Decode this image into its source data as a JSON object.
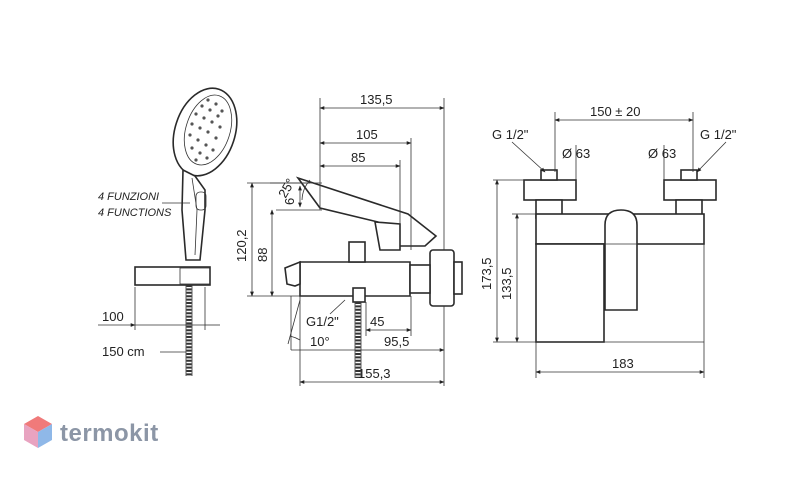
{
  "handshower": {
    "label_it": "4 FUNZIONI",
    "label_en": "4 FUNCTIONS",
    "dim_100": "100",
    "dim_150cm": "150 cm"
  },
  "side_view": {
    "dim_135_5": "135,5",
    "dim_105": "105",
    "dim_85": "85",
    "dim_25deg": "25°",
    "dim_6": "6",
    "dim_120_2": "120,2",
    "dim_88": "88",
    "dim_g12": "G1/2\"",
    "dim_45": "45",
    "dim_10deg": "10°",
    "dim_95_5": "95,5",
    "dim_155_3": "155,3"
  },
  "front_view": {
    "dim_150_20": "150 ± 20",
    "g_left": "G 1/2\"",
    "g_right": "G 1/2\"",
    "d63_left": "Ø 63",
    "d63_right": "Ø 63",
    "dim_173_5": "173,5",
    "dim_133_5": "133,5",
    "dim_183": "183"
  },
  "brand": {
    "name": "termokit",
    "colors": {
      "top": "#f07a7a",
      "left": "#e8a3c0",
      "right": "#8fb8e8"
    }
  }
}
